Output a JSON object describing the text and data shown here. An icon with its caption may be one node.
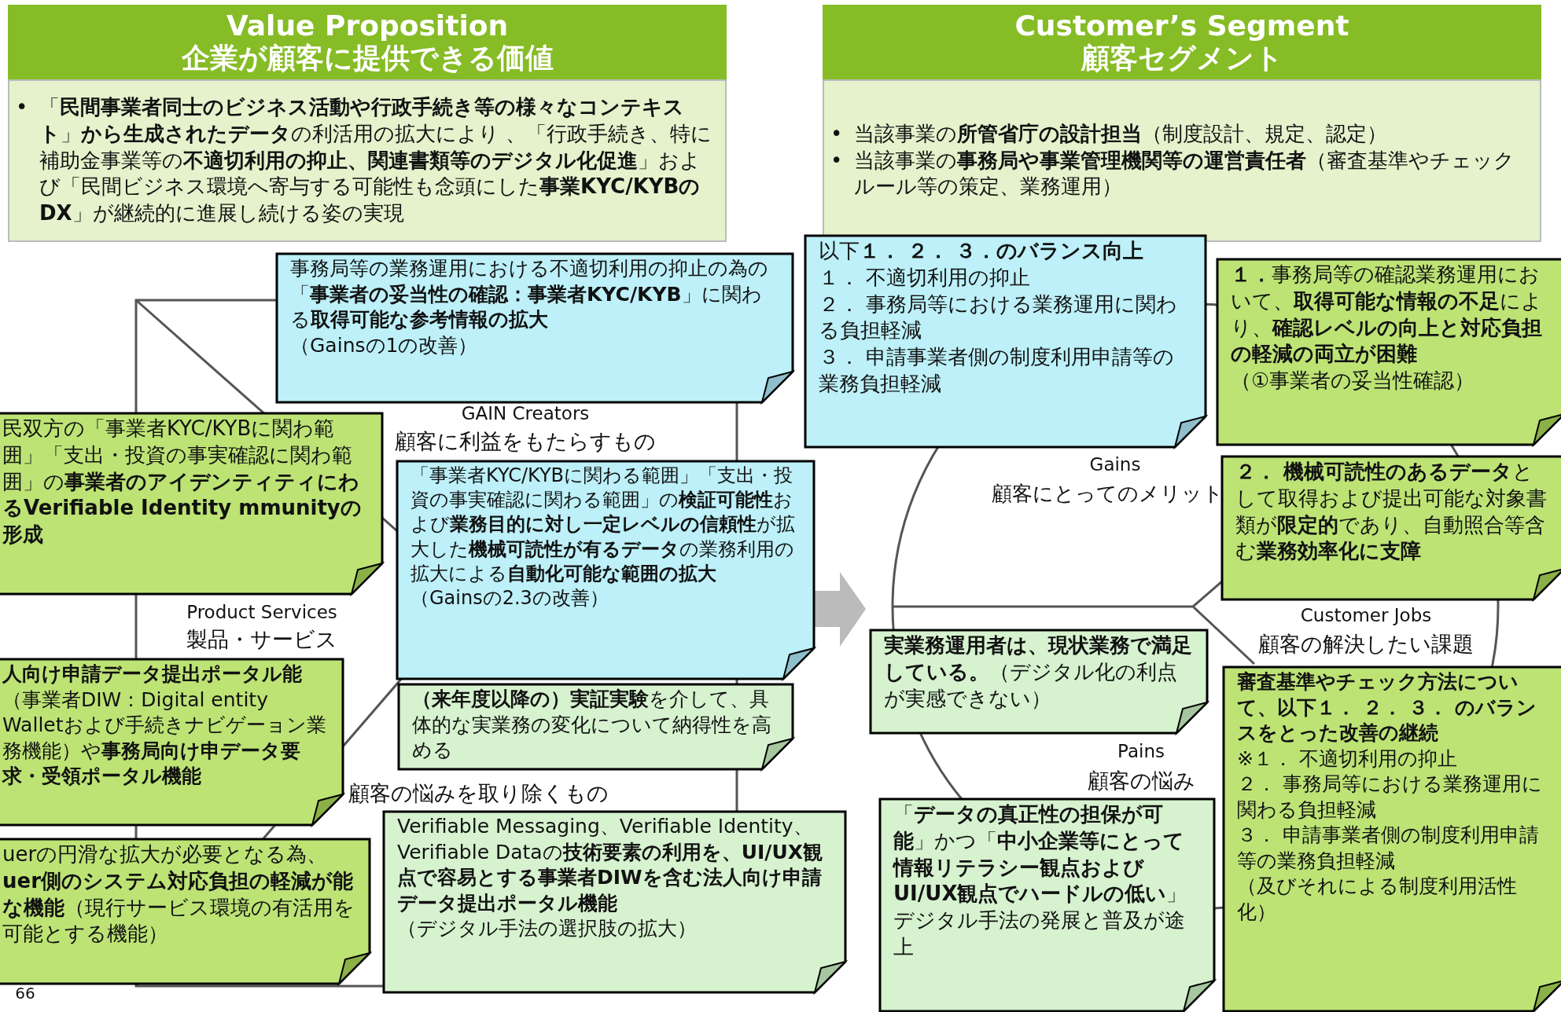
{
  "diagram": {
    "nodes": [
      {
        "text": [
          "Value Proposition",
          "企業が顧客に提供できる価値"
        ]
      },
      {
        "text": [
          "•",
          "「**民間事業者同士のビジネス活動や行政手続き等の様々なコンテキスト**」**から生成されたデータ**の利活用の拡大により 、「行政手続き、特に補助金事業等の**不適切利用の抑止、関連書類等のデジタル化促進**」および「民間ビジネス環境へ寄与する可能性も念頭にした**事業KYC/KYBのDX**」が継続的に進展し続ける姿の実現"
        ]
      },
      {
        "text": [
          "Customer’s Segment",
          "顧客セグメント"
        ]
      },
      {
        "text": [
          "•",
          "当該事業の**所管省庁の設計担当**（制度設計、規定、認定）",
          "•",
          "当該事業の**事務局や事業管理機関等の運営責任者**（審査基準やチェックルール等の策定、業務運用）"
        ]
      },
      {
        "text": [
          "事務局等の業務運用における不適切利用の抑止の為の「**事業者の妥当性の確認：事業者KYC/KYB**」に関わる**取得可能な参考情報の拡大**",
          "（Gainsの1の改善）"
        ]
      },
      {
        "text": [
          "民双方の「事業者KYC/KYBに関わ範囲」「支出・投資の事実確認に関わ範囲」の**事業者のアイデンティティにわるVerifiable Identity mmunityの形成**"
        ]
      },
      {
        "text": [
          "「事業者KYC/KYBに関わる範囲」「支出・投資の事実確認に関わる範囲」の**検証可能性**および**業務目的に対し一定レベルの信頼性**が拡大した**機械可読性が有るデータ**の業務利用の拡大による**自動化可能な範囲の拡大**",
          "（Gainsの2.3の改善）"
        ]
      },
      {
        "text": [
          "**人向け申請データ提出ポータル能**（事業者DIW：Digital entity Walletおよび手続きナビゲーョン業務機能）や**事務局向け申データ要求・受領ポータル機能**"
        ]
      },
      {
        "text": [
          "**（来年度以降の）実証実験**を介して、具体的な実業務の変化について納得性を高める"
        ]
      },
      {
        "text": [
          "uerの円滑な拡大が必要となる為、**uer側のシステム対応負担の軽減が能な機能**（現行サービス環境の有活用を可能とする機能）"
        ]
      },
      {
        "text": [
          "Verifiable Messaging、Verifiable Identity、Verifiable Dataの**技術要素の利用を、UI/UX観点で容易とする事業者DIWを含む法人向け申請データ提出ポータル機能**",
          "（デジタル手法の選択肢の拡大）"
        ]
      },
      {
        "text": [
          "以下**１． ２． ３．のバランス向上**",
          "１． 不適切利用の抑止",
          "２． 事務局等における業務運用に関わる負担軽減",
          "３． 申請事業者側の制度利用申請等の業務負担軽減"
        ]
      },
      {
        "text": [
          "**１．**事務局等の確認業務運用において、**取得可能な情報の不足**により、**確認レベルの向上と対応負担の軽減の両立が困難**",
          "（①事業者の妥当性確認）"
        ]
      },
      {
        "text": [
          "**２． 機械可読性のあるデータ**として取得および提出可能な対象書類が**限定的**であり、自動照合等含む**業務効率化に支障**"
        ]
      },
      {
        "text": [
          "**実業務運用者は、現状業務で満足している。**（デジタル化の利点が実感できない）"
        ]
      },
      {
        "text": [
          "「**データの真正性の担保が可能**」かつ「**中小企業等にとって情報リテラシー観点およびUI/UX観点でハードルの低い**」デジタル手法の発展と普及が途上"
        ]
      },
      {
        "text": [
          "**審査基準やチェック方法について、以下１． ２． ３． のバランスをとった改善の継続**",
          "※１． 不適切利用の抑止",
          "２． 事務局等における業務運用に関わる負担軽減",
          "３． 申請事業者側の制度利用申請等の業務負担軽減",
          "（及びそれによる制度利用活性化）"
        ]
      }
    ],
    "edges": [
      {
        "from": 6,
        "to": 14,
        "arrow": "to",
        "style": "thick"
      }
    ],
    "labels": [
      "GAIN Creators",
      "顧客に利益をもたらすもの",
      "Product Services",
      "製品・サービス",
      "顧客の悩みを取り除くもの",
      "Gains",
      "顧客にとってのメリット",
      "Customer Jobs",
      "顧客の解決したい課題",
      "Pains",
      "顧客の悩み",
      "66"
    ]
  }
}
